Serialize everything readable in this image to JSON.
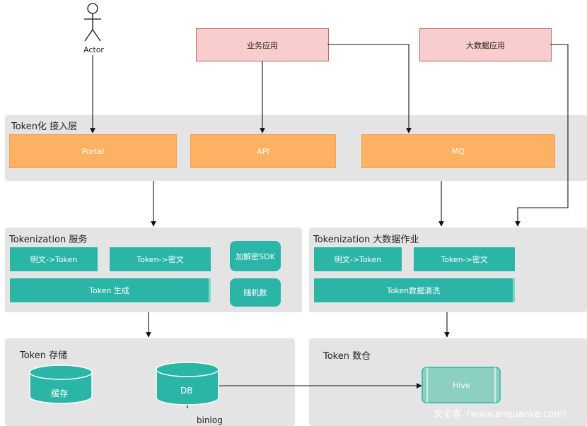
{
  "actor": {
    "label": "Actor"
  },
  "sources": {
    "business_app": "业务应用",
    "bigdata_app": "大数据应用"
  },
  "access_layer": {
    "title": "Token化 接入层",
    "portal": "Portal",
    "api": "API",
    "mq": "MQ"
  },
  "service": {
    "title": "Tokenization 服务",
    "plain_to_token": "明文->Token",
    "token_to_cipher": "Token->密文",
    "token_gen": "Token 生成",
    "sdk": "加解密SDK",
    "random": "随机数"
  },
  "bigdata_job": {
    "title": "Tokenization 大数据作业",
    "plain_to_token": "明文->Token",
    "token_to_cipher": "Token->密文",
    "cleaning": "Token数据清洗"
  },
  "storage": {
    "title": "Token 存储",
    "cache": "缓存",
    "db": "DB",
    "binlog": "binlog"
  },
  "warehouse": {
    "title": "Token 数仓",
    "hive": "Hive"
  },
  "watermark": "安全客（www.anquanke.com）",
  "colors": {
    "panel": "#e4e4e4",
    "orange": "#fdb263",
    "pink": "#f8cdcd",
    "teal": "#2bb5a7",
    "hive": "#8ccfc3"
  }
}
